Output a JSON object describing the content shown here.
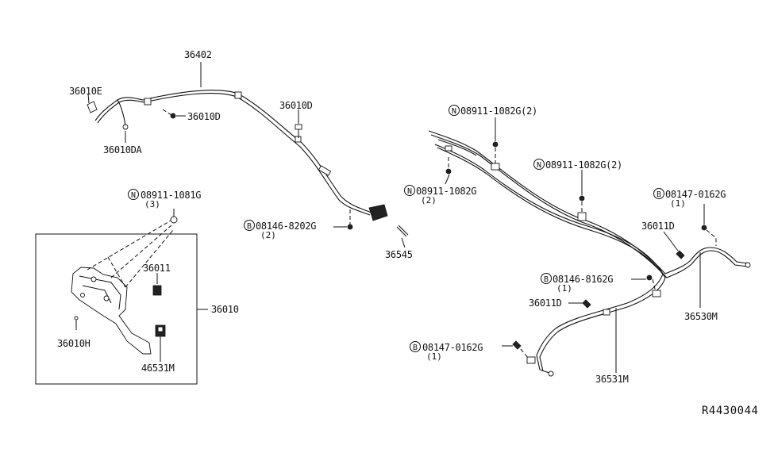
{
  "diagram": {
    "reference_code": "R4430044",
    "labels": {
      "p36402": "36402",
      "p36010E": "36010E",
      "p36010D_a": "36010D",
      "p36010DA": "36010DA",
      "p36010D_b": "36010D",
      "p08146_8202G": "08146-8202G",
      "q08146_8202G": "(2)",
      "p36545": "36545",
      "p08911_1081G": "08911-1081G",
      "q08911_1081G": "(3)",
      "p36011": "36011",
      "p36010": "36010",
      "p36010H": "36010H",
      "p46531M": "46531M",
      "p08911_1082G_top": "08911-1082G(2)",
      "p08911_1082G_mid": "08911-1082G(2)",
      "p08911_1082G_left": "08911-1082G",
      "q08911_1082G_left": "(2)",
      "p08147_0162G_right": "08147-0162G",
      "q08147_0162G_right": "(1)",
      "p36011D_upper": "36011D",
      "p08146_8162G": "08146-8162G",
      "q08146_8162G": "(1)",
      "p36011D_lower": "36011D",
      "p36530M": "36530M",
      "p08147_0162G_lower": "08147-0162G",
      "q08147_0162G_lower": "(1)",
      "p36531M": "36531M"
    },
    "prefix_letters": {
      "N": "N",
      "B": "B"
    }
  }
}
